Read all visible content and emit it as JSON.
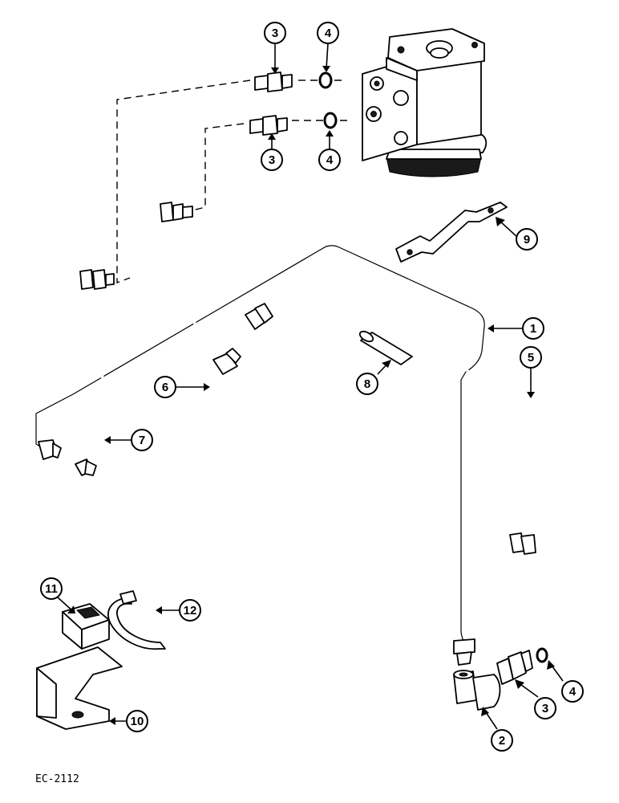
{
  "callouts": [
    "1",
    "2",
    "3",
    "4",
    "5",
    "6",
    "7",
    "8",
    "9",
    "10",
    "11",
    "12"
  ],
  "reference_code": "EC-2112"
}
